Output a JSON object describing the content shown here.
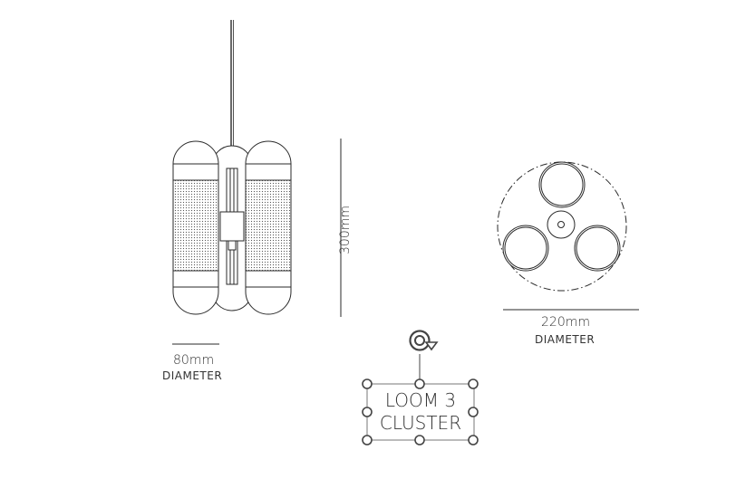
{
  "dimensions": {
    "width_value": "80mm",
    "width_caption": "DIAMETER",
    "height_value": "300mm",
    "span_value": "220mm",
    "span_caption": "DIAMETER"
  },
  "text_box": {
    "line1": "LOOM 3",
    "line2": "CLUSTER"
  },
  "icons": {
    "rotate": "rotate-handle-icon"
  },
  "colors": {
    "stroke": "#2a2a2a",
    "selection": "#444444"
  }
}
